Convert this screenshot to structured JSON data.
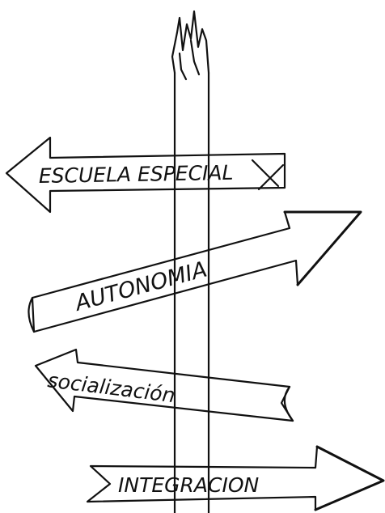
{
  "signs": [
    {
      "id": "escuela-especial",
      "label": "ESCUELA ESPECIAL",
      "direction": "left"
    },
    {
      "id": "autonomia",
      "label": "AUTONOMIA",
      "direction": "right"
    },
    {
      "id": "socializacion",
      "label": "socialización",
      "direction": "left"
    },
    {
      "id": "integracion",
      "label": "INTEGRACION",
      "direction": "right"
    }
  ],
  "colors": {
    "ink": "#111111",
    "paper": "#ffffff"
  }
}
